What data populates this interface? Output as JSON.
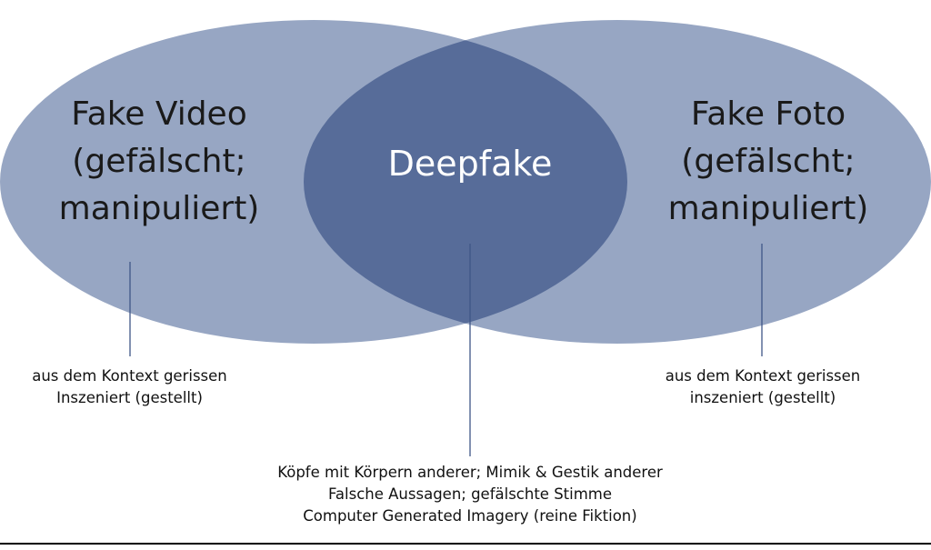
{
  "diagram": {
    "left_set": {
      "lines": [
        "Fake Video",
        "(gefälscht;",
        "manipuliert)"
      ]
    },
    "right_set": {
      "lines": [
        "Fake Foto",
        "(gefälscht;",
        "manipuliert)"
      ]
    },
    "intersection": {
      "label": "Deepfake"
    },
    "left_note": {
      "lines": [
        "aus dem Kontext gerissen",
        "Inszeniert (gestellt)"
      ]
    },
    "right_note": {
      "lines": [
        "aus dem Kontext gerissen",
        "inszeniert (gestellt)"
      ]
    },
    "center_note": {
      "lines": [
        "Köpfe mit Körpern anderer; Mimik & Gestik anderer",
        "Falsche Aussagen; gefälschte Stimme",
        "Computer Generated Imagery (reine Fiktion)"
      ]
    },
    "colors": {
      "set_fill": "#97a6c3",
      "intersection_fill": "#576c99",
      "connector": "#3f5687",
      "text_dark": "#1a1a1a",
      "text_light": "#ffffff"
    }
  }
}
